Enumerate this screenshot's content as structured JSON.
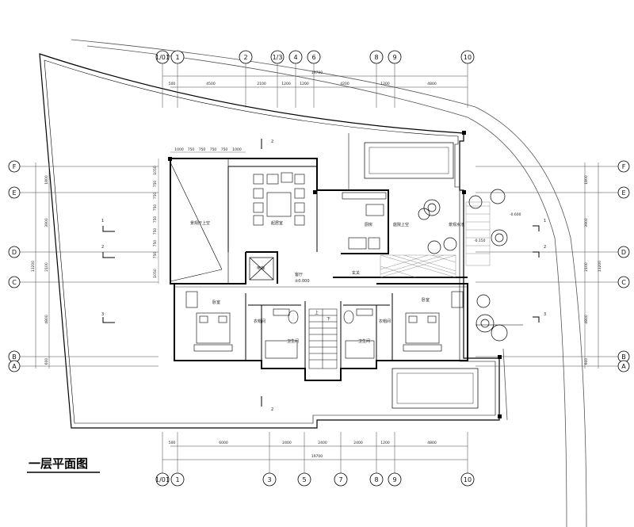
{
  "title": "一层平面图",
  "axes_top": [
    "1/01",
    "1",
    "2",
    "1/3",
    "4",
    "6",
    "8",
    "9",
    "10"
  ],
  "axes_bottom": [
    "1/01",
    "1",
    "3",
    "5",
    "7",
    "8",
    "9",
    "10"
  ],
  "axes_side": [
    "F",
    "E",
    "D",
    "C",
    "B",
    "A"
  ],
  "dims_top": [
    "500",
    "4500",
    "2100",
    "1200",
    "1200",
    "4200",
    "1200",
    "4800"
  ],
  "dims_top_total": "19700",
  "dims_bottom": [
    "500",
    "6000",
    "2400",
    "2400",
    "2400",
    "1200",
    "4800"
  ],
  "dims_bottom_total": "19700",
  "dims_left": [
    "1800",
    "3900",
    "2100",
    "4800",
    "600"
  ],
  "dims_left_total": "13200",
  "dims_upper": [
    "1000",
    "750",
    "750",
    "750",
    "750",
    "1000"
  ],
  "dims_void_v": [
    "1050",
    "750",
    "750",
    "750",
    "750",
    "750",
    "750",
    "750",
    "1050"
  ],
  "section_marks": [
    "1",
    "2",
    "3"
  ],
  "section_marks_v": [
    "2",
    "2"
  ],
  "rooms": {
    "void": "景观厅上空",
    "lounge": "起居室",
    "kitchen": "厨房",
    "lift": "电梯",
    "hall": "客厅",
    "hall_level": "±0.000",
    "foyer": "玄关",
    "bed_left": "卧室",
    "bed_right": "卧室",
    "closet_left": "衣帽间",
    "closet_right": "衣帽间",
    "bath_left": "卫生间",
    "bath_right": "卫生间",
    "stair_up": "上",
    "stair_down": "下",
    "courtyard_void": "庭院上空",
    "landscape_pool": "景观水池"
  },
  "levels": [
    "-0.600",
    "-0.150"
  ]
}
